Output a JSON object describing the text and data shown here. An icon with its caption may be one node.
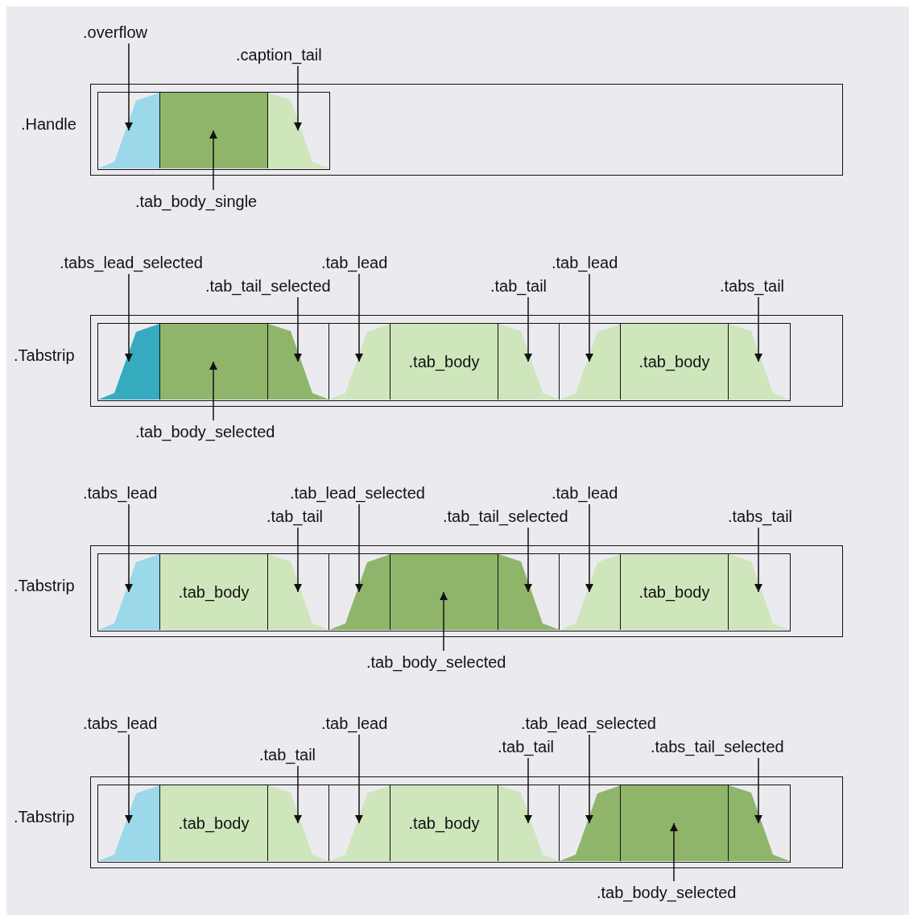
{
  "diagram": {
    "nodes": [
      {
        "text": [
          ".Handle"
        ]
      },
      {
        "text": [],
        "shape": "box",
        "in": 0
      },
      {
        "text": [],
        "shape": "trapezoid",
        "in": 1
      },
      {
        "text": [],
        "shape": "box",
        "in": 1
      },
      {
        "text": [],
        "shape": "trapezoid",
        "in": 1
      },
      {
        "text": [
          ".overflow"
        ]
      },
      {
        "text": [
          ".caption_tail"
        ]
      },
      {
        "text": [
          ".tab_body_single"
        ]
      },
      {
        "text": [
          ".Tabstrip"
        ]
      },
      {
        "text": [],
        "shape": "box",
        "in": 8
      },
      {
        "text": [],
        "shape": "trapezoid",
        "in": 9
      },
      {
        "text": [],
        "shape": "box",
        "in": 9
      },
      {
        "text": [],
        "shape": "trapezoid",
        "in": 9
      },
      {
        "text": [],
        "shape": "trapezoid",
        "in": 9
      },
      {
        "text": [
          ".tab_body"
        ],
        "in": 9
      },
      {
        "text": [],
        "shape": "trapezoid",
        "in": 9
      },
      {
        "text": [],
        "shape": "trapezoid",
        "in": 9
      },
      {
        "text": [
          ".tab_body"
        ],
        "in": 9
      },
      {
        "text": [],
        "shape": "trapezoid",
        "in": 9
      },
      {
        "text": [
          ".tabs_lead_selected"
        ]
      },
      {
        "text": [
          ".tab_tail_selected"
        ]
      },
      {
        "text": [
          ".tab_lead"
        ]
      },
      {
        "text": [
          ".tab_tail"
        ]
      },
      {
        "text": [
          ".tab_lead"
        ]
      },
      {
        "text": [
          ".tabs_tail"
        ]
      },
      {
        "text": [
          ".tab_body_selected"
        ]
      },
      {
        "text": [
          ".Tabstrip"
        ]
      },
      {
        "text": [],
        "shape": "box",
        "in": 26
      },
      {
        "text": [],
        "shape": "trapezoid",
        "in": 27
      },
      {
        "text": [
          ".tab_body"
        ],
        "in": 27
      },
      {
        "text": [],
        "shape": "trapezoid",
        "in": 27
      },
      {
        "text": [],
        "shape": "trapezoid",
        "in": 27
      },
      {
        "text": [],
        "shape": "box",
        "in": 27
      },
      {
        "text": [],
        "shape": "trapezoid",
        "in": 27
      },
      {
        "text": [],
        "shape": "trapezoid",
        "in": 27
      },
      {
        "text": [
          ".tab_body"
        ],
        "in": 27
      },
      {
        "text": [],
        "shape": "trapezoid",
        "in": 27
      },
      {
        "text": [
          ".tabs_lead"
        ]
      },
      {
        "text": [
          ".tab_tail"
        ]
      },
      {
        "text": [
          ".tab_lead_selected"
        ]
      },
      {
        "text": [
          ".tab_tail_selected"
        ]
      },
      {
        "text": [
          ".tab_lead"
        ]
      },
      {
        "text": [
          ".tabs_tail"
        ]
      },
      {
        "text": [
          ".tab_body_selected"
        ]
      },
      {
        "text": [
          ".Tabstrip"
        ]
      },
      {
        "text": [],
        "shape": "box",
        "in": 44
      },
      {
        "text": [],
        "shape": "trapezoid",
        "in": 45
      },
      {
        "text": [
          ".tab_body"
        ],
        "in": 45
      },
      {
        "text": [],
        "shape": "trapezoid",
        "in": 45
      },
      {
        "text": [],
        "shape": "trapezoid",
        "in": 45
      },
      {
        "text": [
          ".tab_body"
        ],
        "in": 45
      },
      {
        "text": [],
        "shape": "trapezoid",
        "in": 45
      },
      {
        "text": [],
        "shape": "trapezoid",
        "in": 45
      },
      {
        "text": [],
        "shape": "box",
        "in": 45
      },
      {
        "text": [],
        "shape": "trapezoid",
        "in": 45
      },
      {
        "text": [
          ".tabs_lead"
        ]
      },
      {
        "text": [
          ".tab_tail"
        ]
      },
      {
        "text": [
          ".tab_lead"
        ]
      },
      {
        "text": [
          ".tab_lead_selected"
        ]
      },
      {
        "text": [
          ".tab_tail"
        ]
      },
      {
        "text": [
          ".tabs_tail_selected"
        ]
      },
      {
        "text": [
          ".tab_body_selected"
        ]
      }
    ],
    "edges": [
      {
        "from": 5,
        "to": 2,
        "arrow": "to"
      },
      {
        "from": 6,
        "to": 4,
        "arrow": "to"
      },
      {
        "from": 7,
        "to": 3,
        "arrow": "to"
      },
      {
        "from": 19,
        "to": 10,
        "arrow": "to"
      },
      {
        "from": 20,
        "to": 12,
        "arrow": "to"
      },
      {
        "from": 21,
        "to": 13,
        "arrow": "to"
      },
      {
        "from": 22,
        "to": 15,
        "arrow": "to"
      },
      {
        "from": 23,
        "to": 16,
        "arrow": "to"
      },
      {
        "from": 24,
        "to": 18,
        "arrow": "to"
      },
      {
        "from": 25,
        "to": 11,
        "arrow": "to"
      },
      {
        "from": 37,
        "to": 28,
        "arrow": "to"
      },
      {
        "from": 38,
        "to": 30,
        "arrow": "to"
      },
      {
        "from": 39,
        "to": 31,
        "arrow": "to"
      },
      {
        "from": 40,
        "to": 33,
        "arrow": "to"
      },
      {
        "from": 41,
        "to": 34,
        "arrow": "to"
      },
      {
        "from": 42,
        "to": 36,
        "arrow": "to"
      },
      {
        "from": 43,
        "to": 32,
        "arrow": "to"
      },
      {
        "from": 55,
        "to": 46,
        "arrow": "to"
      },
      {
        "from": 56,
        "to": 48,
        "arrow": "to"
      },
      {
        "from": 57,
        "to": 49,
        "arrow": "to"
      },
      {
        "from": 58,
        "to": 52,
        "arrow": "to"
      },
      {
        "from": 59,
        "to": 51,
        "arrow": "to"
      },
      {
        "from": 60,
        "to": 54,
        "arrow": "to"
      },
      {
        "from": 61,
        "to": 53,
        "arrow": "to"
      }
    ]
  }
}
